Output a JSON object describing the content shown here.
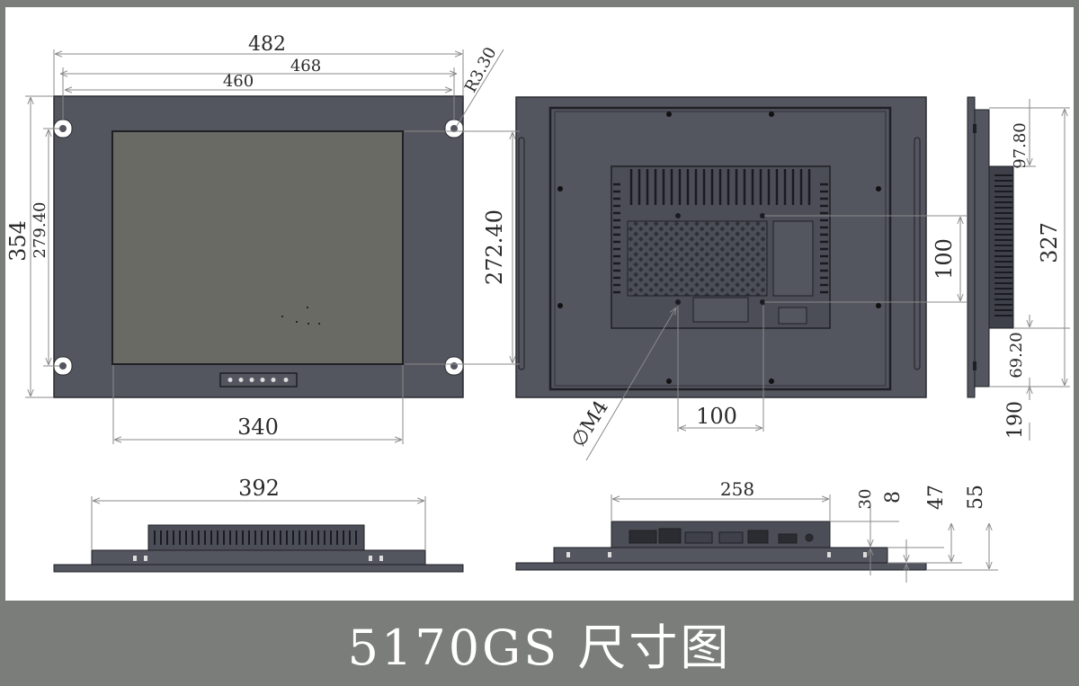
{
  "title": "5170GS 尺寸图",
  "colors": {
    "panel": "#53555f",
    "panel_dark": "#3f414a",
    "screen": "#696a63",
    "dim_line": "#8a8a8a",
    "text": "#2a2a2a",
    "caption_bg": "#7a7d79"
  },
  "front_view": {
    "overall_width": "482",
    "hole_spacing": "468",
    "inner_width": "460",
    "corner_radius": "R3.30",
    "overall_height": "354",
    "inner_height": "279.40",
    "screen_width": "340"
  },
  "rear_view": {
    "screen_height": "272.40",
    "vesa_vertical": "100",
    "vesa_horizontal": "100",
    "mount_screw": "∅M4"
  },
  "side_view": {
    "top_offset": "97.80",
    "height": "327",
    "lower_offset": "69.20",
    "bottom_offset": "190"
  },
  "bottom_view_front": {
    "width": "392"
  },
  "bottom_view_rear": {
    "width": "258",
    "depth_30": "30",
    "depth_8": "8",
    "depth_47": "47",
    "depth_55": "55"
  }
}
